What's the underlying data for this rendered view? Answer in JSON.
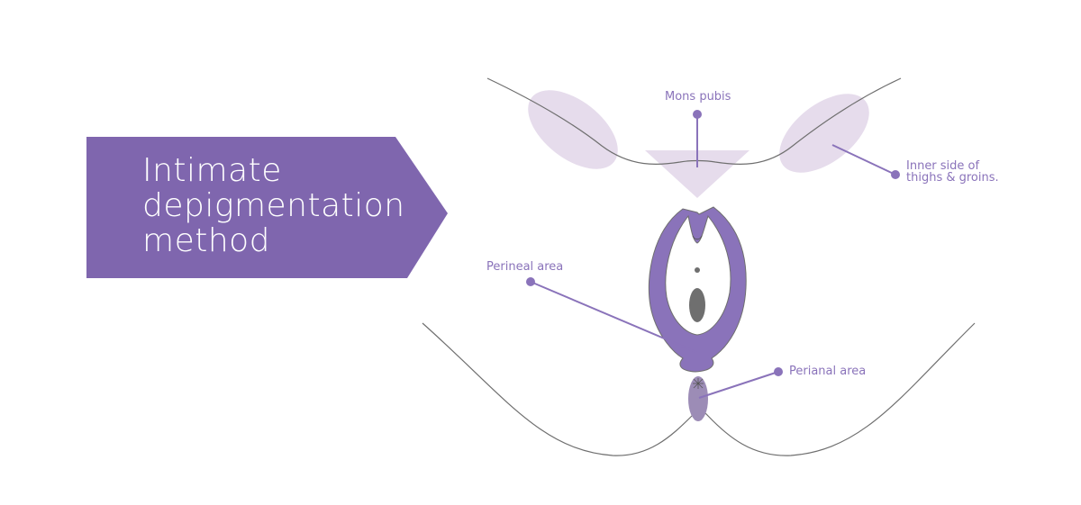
{
  "title": {
    "lines": [
      "Intimate",
      "depigmentation",
      "method"
    ]
  },
  "labels": {
    "mons_pubis": "Mons pubis",
    "inner_thighs_line1": "Inner  side of",
    "inner_thighs_line2": "thighs & groins.",
    "perineal": "Perineal area",
    "perianal": "Perianal area"
  },
  "colors": {
    "banner": "#7f66ae",
    "accent": "#8a73ba",
    "highlight_light": "#e6dcec",
    "region_fill": "#8a73ba",
    "outline": "#6f6f6f"
  }
}
